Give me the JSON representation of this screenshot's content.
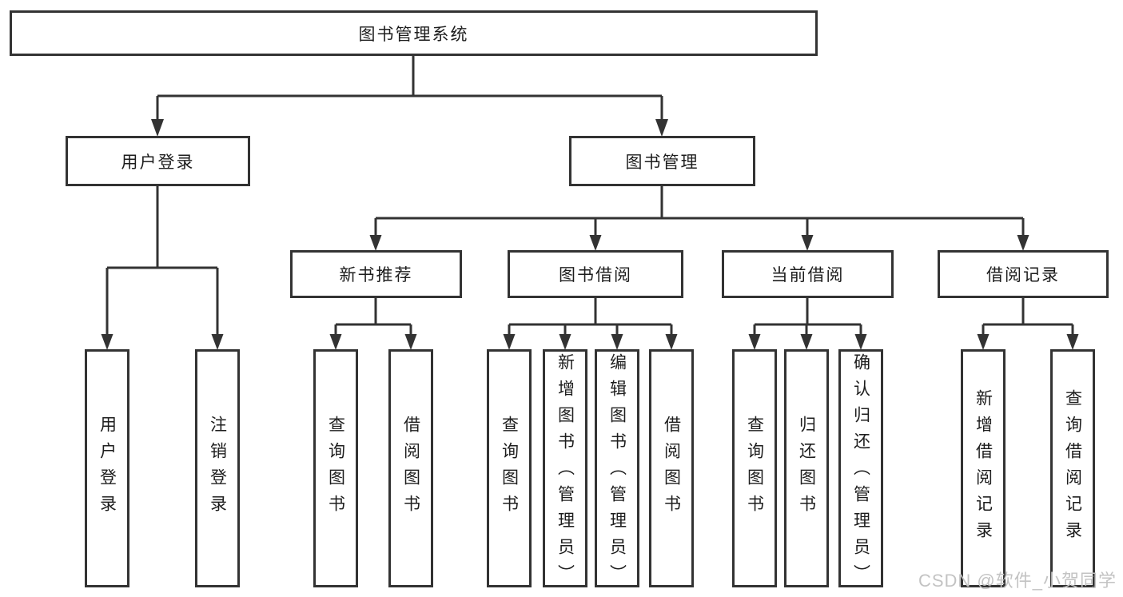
{
  "colors": {
    "line": "#333333",
    "text": "#1d1d1d",
    "watermark": "#c3c3c3"
  },
  "watermark": {
    "text": "CSDN @软件_小贺同学"
  },
  "tree": {
    "label": "图书管理系统",
    "children": [
      {
        "label": "用户登录",
        "children": [
          {
            "label": "用户登录"
          },
          {
            "label": "注销登录"
          }
        ]
      },
      {
        "label": "图书管理",
        "children": [
          {
            "label": "新书推荐",
            "children": [
              {
                "label": "查询图书"
              },
              {
                "label": "借阅图书"
              }
            ]
          },
          {
            "label": "图书借阅",
            "children": [
              {
                "label": "查询图书"
              },
              {
                "label": "新增图书（管理员）"
              },
              {
                "label": "编辑图书（管理员）"
              },
              {
                "label": "借阅图书"
              }
            ]
          },
          {
            "label": "当前借阅",
            "children": [
              {
                "label": "查询图书"
              },
              {
                "label": "归还图书"
              },
              {
                "label": "确认归还（管理员）"
              }
            ]
          },
          {
            "label": "借阅记录",
            "children": [
              {
                "label": "新增借阅记录"
              },
              {
                "label": "查询借阅记录"
              }
            ]
          }
        ]
      }
    ]
  }
}
